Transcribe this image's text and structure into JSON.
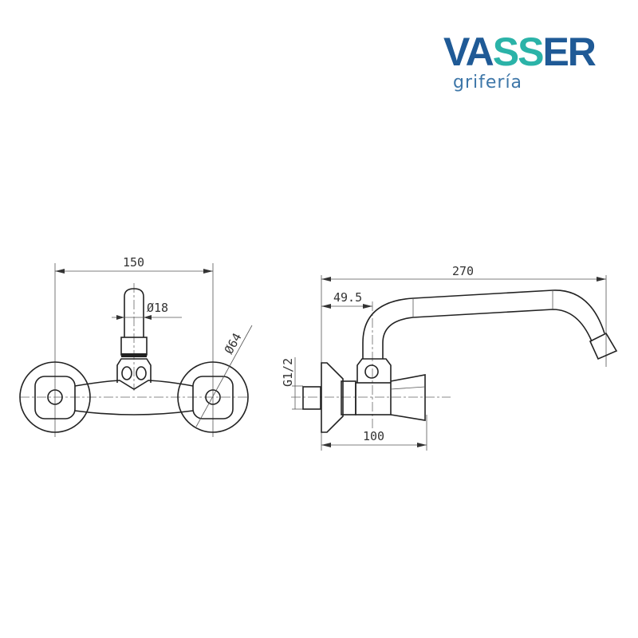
{
  "logo": {
    "brand_part1": "VA",
    "brand_part2": "SS",
    "brand_part3": "ER",
    "subtitle": "grifería"
  },
  "colors": {
    "brand_blue": "#1f5a96",
    "brand_teal": "#2bb3a8"
  },
  "front_view": {
    "width_dim": "150",
    "stem_diameter": "Ø18",
    "rosette_diameter": "Ø64"
  },
  "side_view": {
    "spout_reach": "270",
    "stem_offset": "49.5",
    "body_depth": "100",
    "thread": "G1/2"
  }
}
